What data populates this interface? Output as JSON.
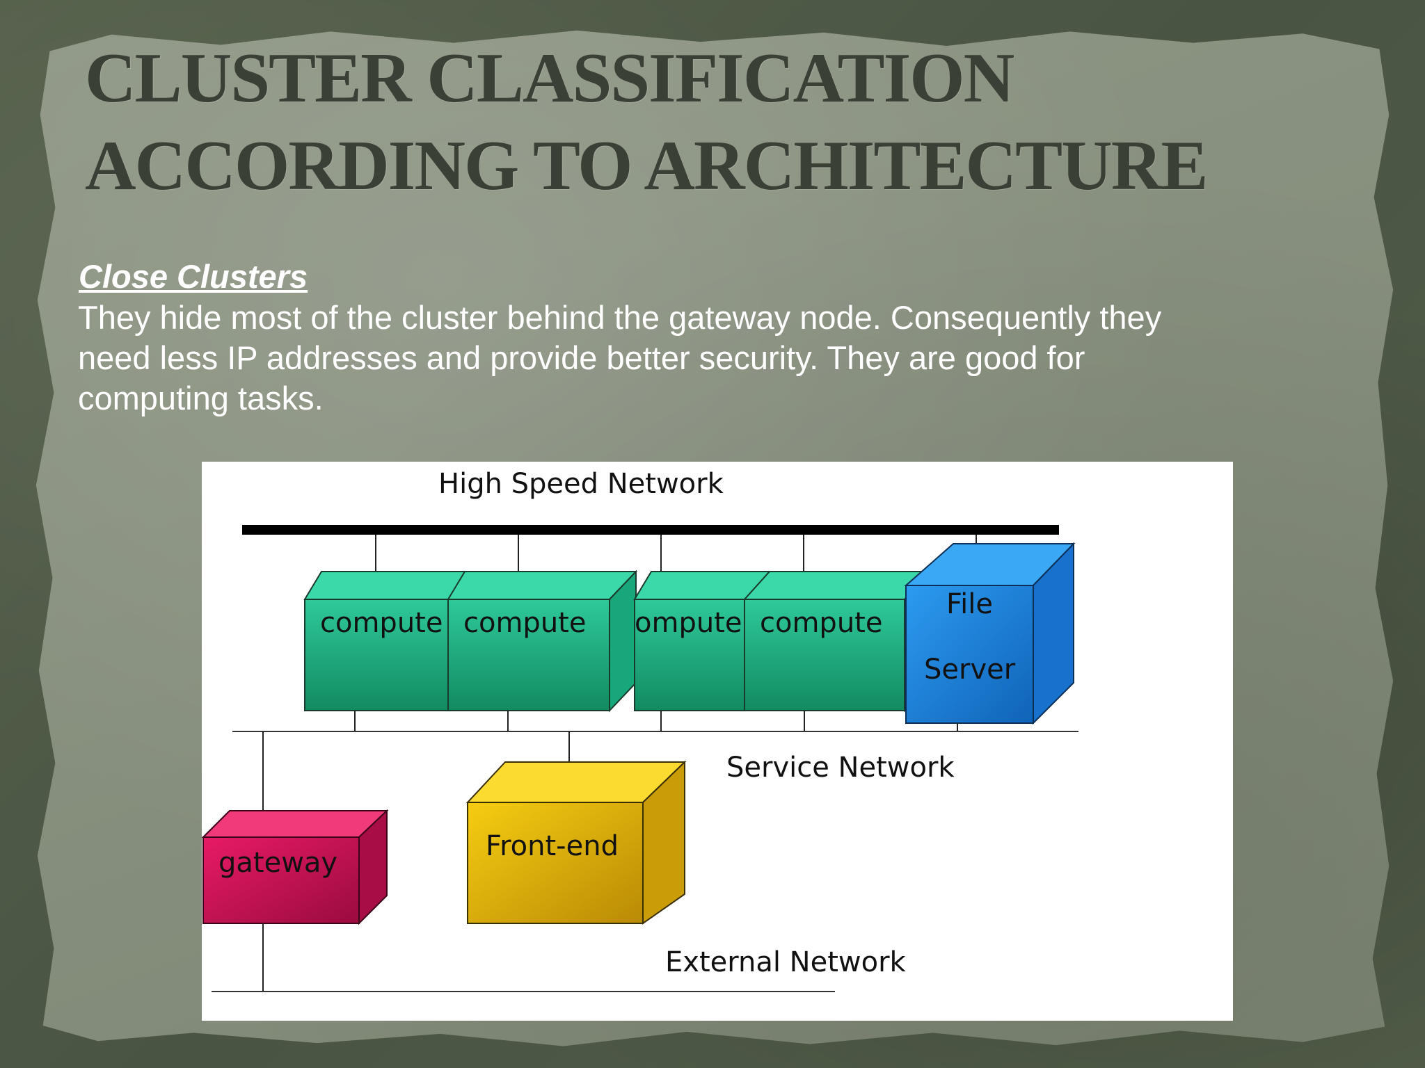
{
  "slide": {
    "title_line1": "CLUSTER CLASSIFICATION",
    "title_line2": "ACCORDING TO ARCHITECTURE",
    "section_heading": "Close Clusters",
    "body_lines": [
      "They hide most of the cluster behind the gateway node. Consequently they",
      "need less IP addresses and provide better security. They are good for",
      "computing tasks."
    ]
  },
  "diagram": {
    "high_speed_network_label": "High Speed Network",
    "service_network_label": "Service Network",
    "external_network_label": "External Network",
    "compute_labels": [
      "compute",
      "compute",
      "ompute",
      "compute"
    ],
    "file_server_label_line1": "File",
    "file_server_label_line2": "Server",
    "frontend_label": "Front-end",
    "gateway_label": "gateway",
    "colors": {
      "compute": "#1faa7e",
      "file_server": "#1e88e5",
      "frontend": "#e7b90c",
      "gateway": "#cc0f55"
    }
  }
}
